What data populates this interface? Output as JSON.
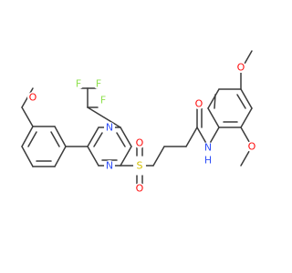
{
  "colors": {
    "bond": "#3c3c3c",
    "oxygen": "#ff0d0d",
    "nitrogen": "#3050f8",
    "fluorine": "#90e050",
    "sulfur": "#d4c000",
    "hydrogen": "#3050f8"
  },
  "atom_labels": {
    "f_top_left": "F",
    "f_top_right": "F",
    "f_side": "F",
    "o_methoxy_left": "O",
    "n_ring_upper": "N",
    "n_ring_lower": "N",
    "s_sulfonyl": "S",
    "o_sulfonyl_top": "O",
    "o_sulfonyl_bottom": "O",
    "o_amide": "O",
    "n_amide": "N",
    "h_amide": "H",
    "o_methoxy_para": "O",
    "o_methoxy_ortho": "O"
  }
}
